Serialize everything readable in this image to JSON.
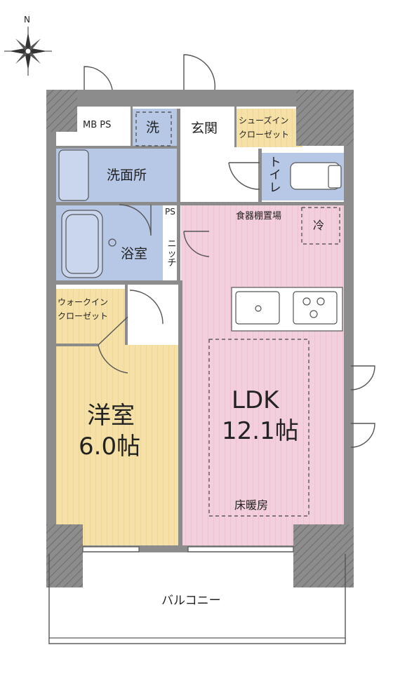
{
  "compass": {
    "north_label": "N"
  },
  "rooms": {
    "mbps": "MB PS",
    "washer": "洗",
    "entrance": "玄関",
    "shoe_closet_line1": "シューズイン",
    "shoe_closet_line2": "クローゼット",
    "washroom": "洗面所",
    "toilet": "トイレ",
    "ps": "PS",
    "pantry": "食器棚置場",
    "fridge": "冷",
    "bathroom": "浴室",
    "niche": "ニッチ",
    "walkin_line1": "ウォークイン",
    "walkin_line2": "クローゼット",
    "western_room_name": "洋室",
    "western_room_size": "6.0帖",
    "ldk_name": "LDK",
    "ldk_size": "12.1帖",
    "floor_heating": "床暖房",
    "balcony": "バルコニー"
  },
  "colors": {
    "wall": "#8c8c8c",
    "wet_area": "#b7c7e6",
    "ldk": "#f2cfdc",
    "western_room": "#f5e1a8",
    "shoe_closet": "#f5e1a8",
    "dashed_line": "#444444"
  }
}
